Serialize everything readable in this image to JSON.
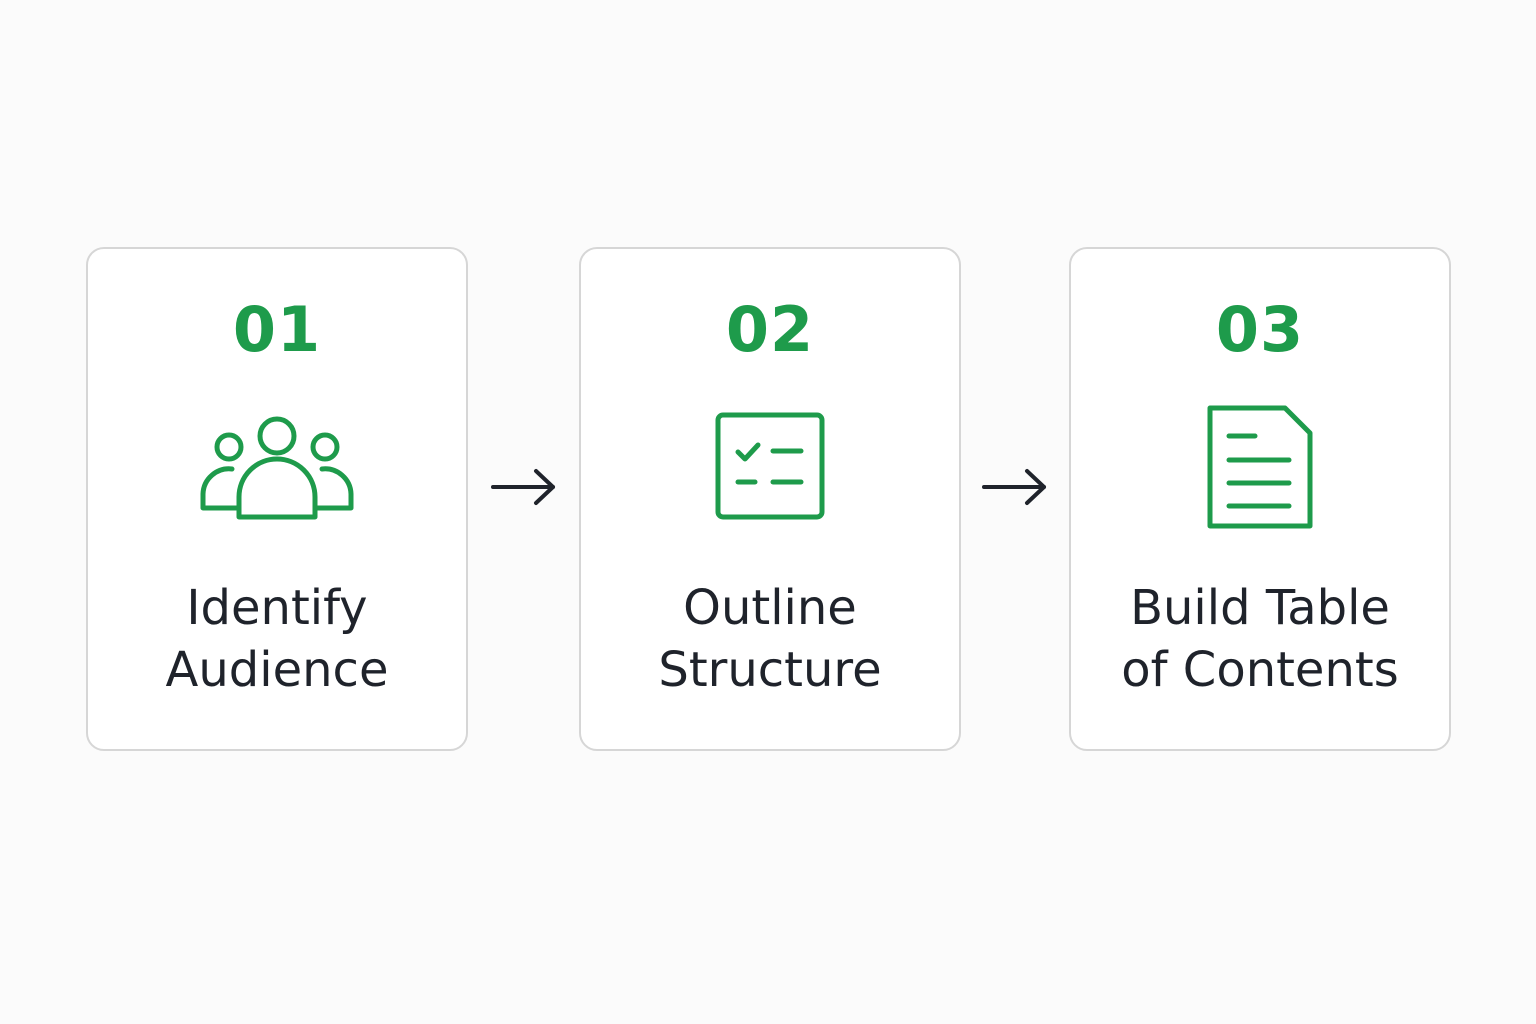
{
  "colors": {
    "accent": "#1e9b4b",
    "text": "#1f232b",
    "border": "#d6d6d6",
    "arrow": "#1f232b",
    "background": "#fbfbfb"
  },
  "steps": [
    {
      "number": "01",
      "title_lines": [
        "Identify",
        "Audience"
      ],
      "icon": "people-group-icon"
    },
    {
      "number": "02",
      "title_lines": [
        "Outline",
        "Structure"
      ],
      "icon": "checklist-icon"
    },
    {
      "number": "03",
      "title_lines": [
        "Build Table",
        "of Contents"
      ],
      "icon": "document-icon"
    }
  ],
  "connectors": [
    {
      "from": "01",
      "to": "02",
      "icon": "arrow-right-icon"
    },
    {
      "from": "02",
      "to": "03",
      "icon": "arrow-right-icon"
    }
  ]
}
